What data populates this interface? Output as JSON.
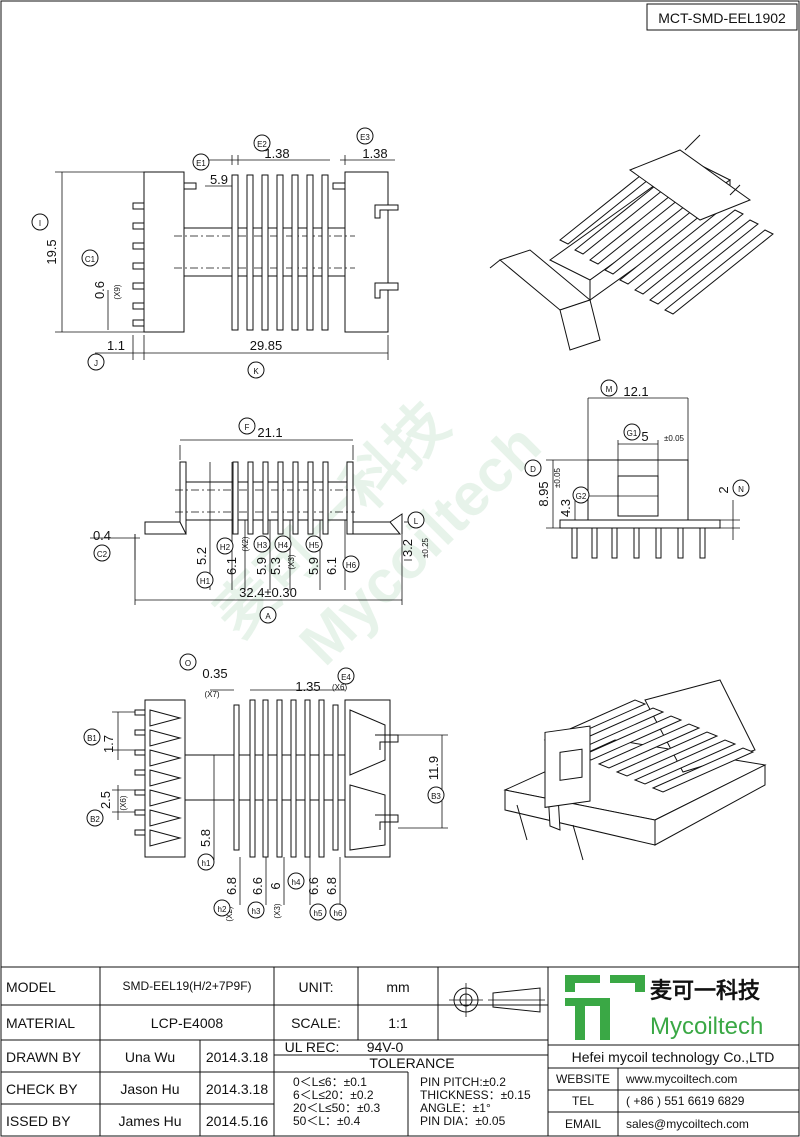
{
  "drawing_code": "MCT-SMD-EEL1902",
  "dims": {
    "e2": "1.38",
    "e3": "1.38",
    "e1": "5.9",
    "i": "19.5",
    "c1_06": "0.6",
    "x9": "(X9)",
    "j": "1.1",
    "k": "29.85",
    "f": "21.1",
    "c2": "0.4",
    "a": "32.4±0.30",
    "l_val": "3.2",
    "l_tol": "±0.25",
    "h2": "5.2",
    "h1": "6.1",
    "h3": "5.9",
    "h4": "5.3",
    "h5": "5.9",
    "h6": "6.1",
    "x2a": "(X2)",
    "x3a": "(X3)",
    "m": "12.1",
    "g1": "5",
    "g1_tol": "±0.05",
    "d": "8.95",
    "d_tol": "±0.05",
    "g2": "4.3",
    "n": "2",
    "o": "0.35",
    "x7": "(X7)",
    "e4": "1.35",
    "x6a": "(X6)",
    "b1": "1.7",
    "b2": "2.5",
    "x6b": "(X6)",
    "b3": "11.9",
    "hh1": "5.8",
    "hh2": "6.8",
    "hh3": "6.6",
    "hh4": "6",
    "hh5": "6.6",
    "hh6": "6.8",
    "x2b": "(X2)",
    "x3b": "(X3)"
  },
  "circle_labels": {
    "e1": "E1",
    "e2": "E2",
    "e3": "E3",
    "i": "I",
    "c1": "C1",
    "j": "J",
    "k": "K",
    "f": "F",
    "c2": "C2",
    "l": "L",
    "a": "A",
    "h1": "H1",
    "h2": "H2",
    "h3": "H3",
    "h4": "H4",
    "h5": "H5",
    "h6": "H6",
    "m": "M",
    "g1": "G1",
    "d": "D",
    "g2": "G2",
    "n": "N",
    "o": "O",
    "e4": "E4",
    "b1": "B1",
    "b2": "B2",
    "b3": "B3",
    "hh1": "h1",
    "hh2": "h2",
    "hh3": "h3",
    "hh4": "h4",
    "hh5": "h5",
    "hh6": "h6"
  },
  "watermark": {
    "cn": "麦可一科技",
    "en": "Mycoiltech"
  },
  "title_block": {
    "model_label": "MODEL",
    "model_value": "SMD-EEL19(H/2+7P9F)",
    "unit_label": "UNIT:",
    "unit_value": "mm",
    "material_label": "MATERIAL",
    "material_value": "LCP-E4008",
    "scale_label": "SCALE:",
    "scale_value": "1:1",
    "drawn_label": "DRAWN BY",
    "drawn_name": "Una Wu",
    "drawn_date": "2014.3.18",
    "ul_label": "UL REC:",
    "ul_value": "94V-0",
    "tolerance_label": "TOLERANCE",
    "check_label": "CHECK BY",
    "check_name": "Jason Hu",
    "check_date": "2014.3.18",
    "issued_label": "ISSED BY",
    "issued_name": "James Hu",
    "issued_date": "2014.5.16",
    "tol_lines": [
      "0＜L≤6：±0.1",
      "6＜L≤20：±0.2",
      "20＜L≤50：±0.3",
      "50＜L：±0.4"
    ],
    "tol_lines2": [
      "PIN PITCH:±0.2",
      "THICKNESS：±0.15",
      "ANGLE：±1°",
      "PIN DIA：±0.05"
    ],
    "logo_cn": "麦可一科技",
    "logo_en": "Mycoiltech",
    "company": "Hefei mycoil technology Co.,LTD",
    "website_label": "WEBSITE",
    "website_value": "www.mycoiltech.com",
    "tel_label": "TEL",
    "tel_value": "( +86 ) 551 6619 6829",
    "email_label": "EMAIL",
    "email_value": "sales@mycoiltech.com"
  },
  "colors": {
    "logo_green": "#3aa845",
    "watermark_green": "#7fbf8f",
    "line": "#111111"
  }
}
